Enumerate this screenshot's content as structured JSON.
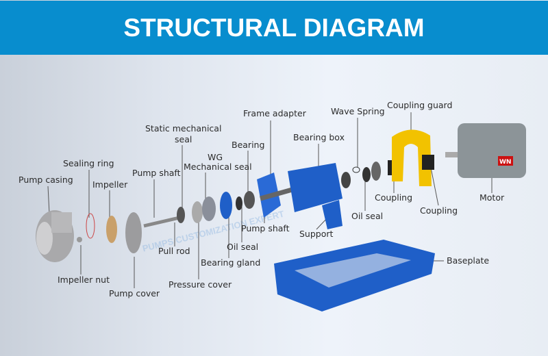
{
  "header": {
    "title": "STRUCTURAL DIAGRAM"
  },
  "watermark": "PUMPS CUSTOMIZATION EXPERT",
  "labels": {
    "pump_casing": "Pump casing",
    "sealing_ring": "Sealing ring",
    "impeller": "Impeller",
    "pump_shaft_1": "Pump shaft",
    "static_seal_1": "Static mechanical",
    "static_seal_2": "seal",
    "wg": "WG",
    "mechanical_seal": "Mechanical seal",
    "bearing": "Bearing",
    "frame_adapter": "Frame adapter",
    "bearing_box": "Bearing box",
    "wave_spring": "Wave Spring",
    "coupling_guard": "Coupling guard",
    "motor": "Motor",
    "motor_badge": "WN",
    "coupling_1": "Coupling",
    "coupling_2": "Coupling",
    "oil_seal_1": "Oil seal",
    "support": "Support",
    "baseplate": "Baseplate",
    "pump_shaft_2": "Pump shaft",
    "oil_seal_2": "Oil seal",
    "bearing_gland": "Bearing gland",
    "pressure_cover": "Pressure cover",
    "pull_rod": "Pull rod",
    "pump_cover": "Pump cover",
    "impeller_nut": "Impeller nut"
  },
  "colors": {
    "header": "#088dce",
    "part_blue": "#1f5fc8",
    "guard_yellow": "#f2c200",
    "motor_gray": "#8c9498"
  }
}
